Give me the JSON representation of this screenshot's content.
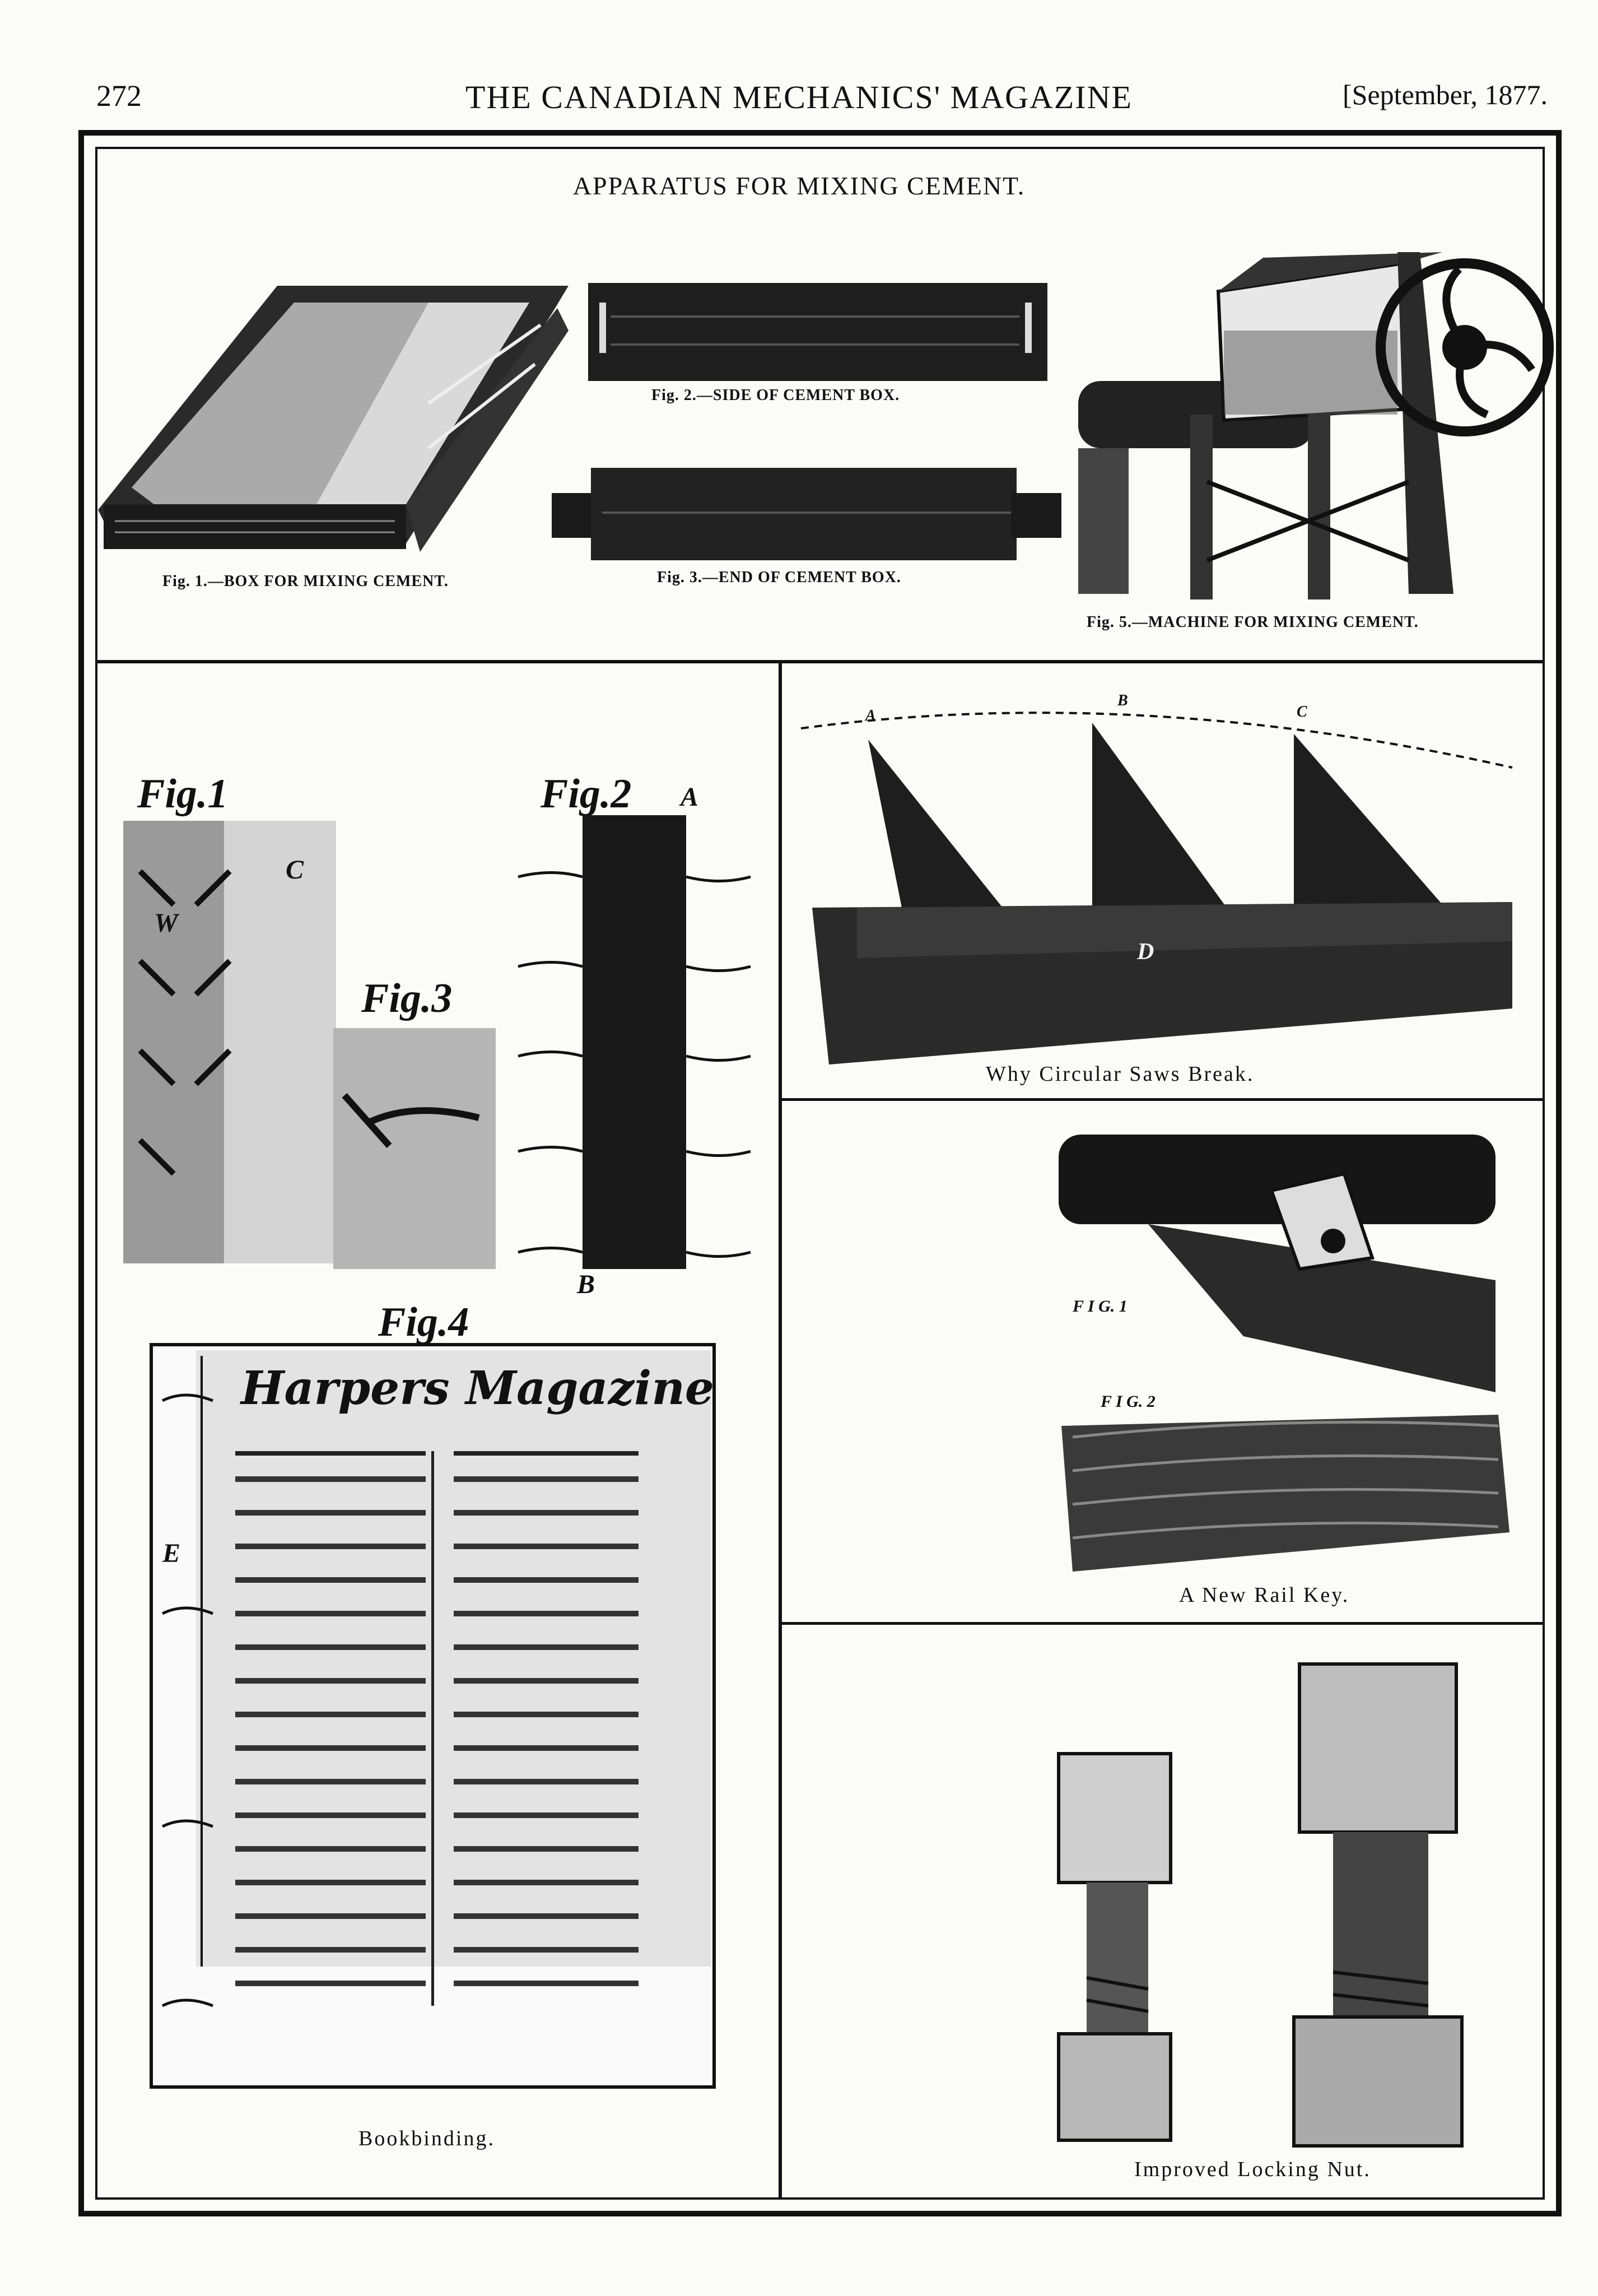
{
  "header": {
    "page_number": "272",
    "title": "THE CANADIAN MECHANICS' MAGAZINE",
    "date": "[September, 1877."
  },
  "cement": {
    "title": "APPARATUS FOR MIXING CEMENT.",
    "fig1_caption": "Fig. 1.—BOX FOR MIXING CEMENT.",
    "fig2_caption": "Fig. 2.—SIDE OF CEMENT BOX.",
    "fig3_caption": "Fig. 3.—END OF CEMENT BOX.",
    "fig5_caption": "Fig. 5.—MACHINE FOR MIXING CEMENT."
  },
  "bookbinding": {
    "fig1_label": "Fig.1",
    "fig2_label": "Fig.2",
    "fig3_label": "Fig.3",
    "fig4_label": "Fig.4",
    "letter_a": "A",
    "letter_b": "B",
    "letter_c": "C",
    "letter_w": "W",
    "letter_e": "E",
    "magazine_masthead": "Harpers Magazine",
    "caption": "Bookbinding."
  },
  "saws": {
    "letter_a": "A",
    "letter_b": "B",
    "letter_c": "C",
    "letter_d": "D",
    "caption": "Why Circular Saws Break."
  },
  "railkey": {
    "fig1_label": "F I G. 1",
    "fig2_label": "F I G. 2",
    "caption": "A New Rail Key."
  },
  "nut": {
    "caption": "Improved Locking Nut."
  }
}
